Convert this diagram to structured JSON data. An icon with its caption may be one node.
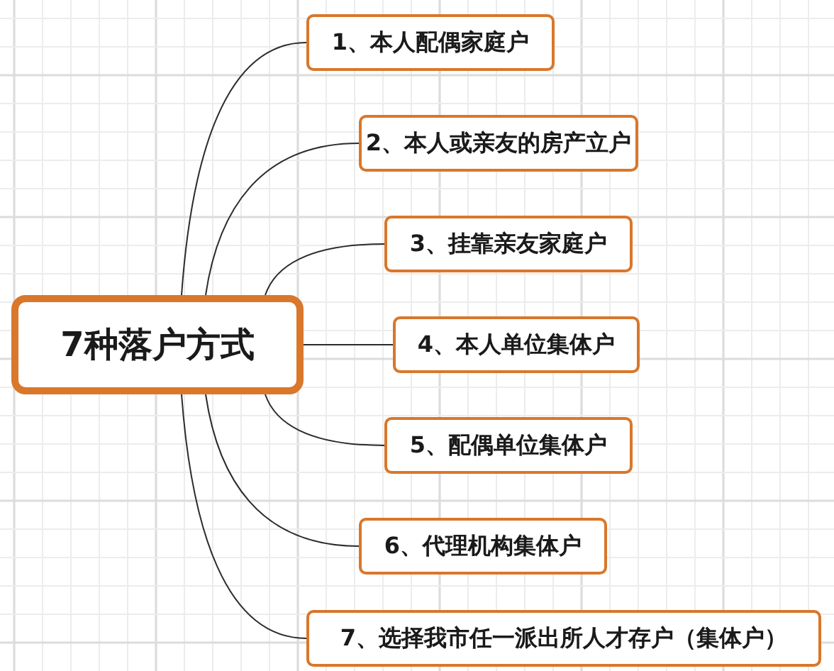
{
  "diagram": {
    "nodes": [
      {
        "text": [
          "7种落户方式"
        ]
      },
      {
        "text": [
          "1、本人配偶家庭户"
        ]
      },
      {
        "text": [
          "2、本人或亲友的房产立户"
        ]
      },
      {
        "text": [
          "3、挂靠亲友家庭户"
        ]
      },
      {
        "text": [
          "4、本人单位集体户"
        ]
      },
      {
        "text": [
          "5、配偶单位集体户"
        ]
      },
      {
        "text": [
          "6、代理机构集体户"
        ]
      },
      {
        "text": [
          "7、选择我市任一派出所人才存户（集体户）"
        ]
      }
    ],
    "edges": [
      {
        "from": 0,
        "to": 1,
        "arrow": "none"
      },
      {
        "from": 0,
        "to": 2,
        "arrow": "none"
      },
      {
        "from": 0,
        "to": 3,
        "arrow": "none"
      },
      {
        "from": 0,
        "to": 4,
        "arrow": "none"
      },
      {
        "from": 0,
        "to": 5,
        "arrow": "none"
      },
      {
        "from": 0,
        "to": 6,
        "arrow": "none"
      },
      {
        "from": 0,
        "to": 7,
        "arrow": "none"
      }
    ]
  }
}
